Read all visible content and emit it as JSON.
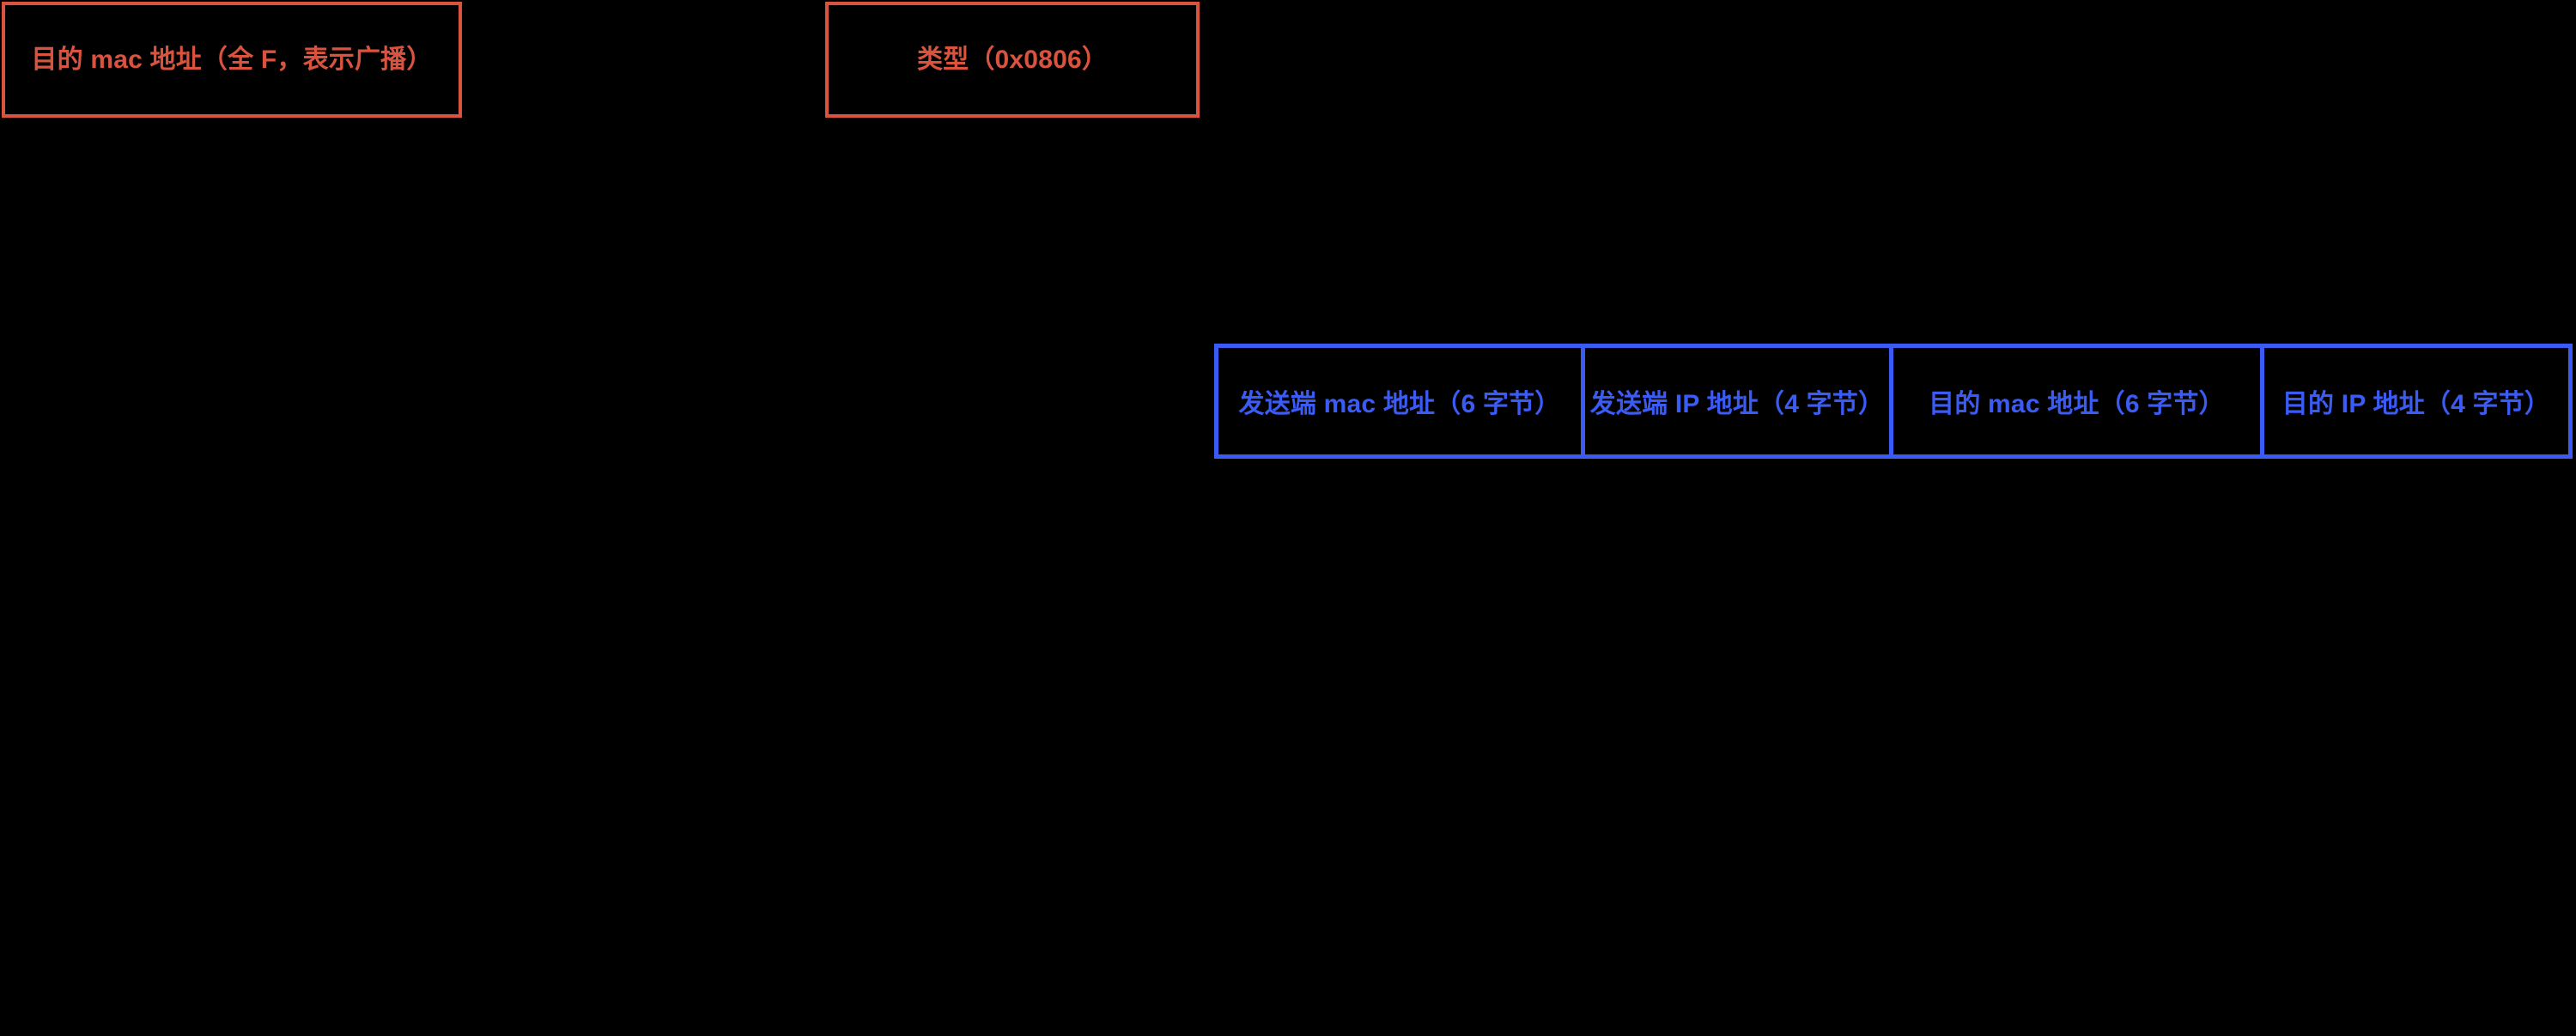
{
  "diagram": {
    "type": "packet-field-diagram",
    "background_color": "#000000",
    "ethernet_header": {
      "accent_color": "#d9533f",
      "fields": [
        {
          "id": "dst-mac",
          "label": "目的 mac 地址（全 F，表示广播）",
          "value": "全 F",
          "meaning": "表示广播"
        },
        {
          "id": "type",
          "label": "类型（0x0806）",
          "value": "0x0806"
        }
      ]
    },
    "arp_payload": {
      "accent_color": "#3b5bf5",
      "fields": [
        {
          "id": "sender-mac",
          "label": "发送端 mac 地址（6 字节）",
          "size": "6 字节"
        },
        {
          "id": "sender-ip",
          "label": "发送端 IP 地址（4 字节）",
          "size": "4 字节"
        },
        {
          "id": "target-mac",
          "label": "目的 mac 地址（6 字节）",
          "size": "6 字节"
        },
        {
          "id": "target-ip",
          "label": "目的 IP 地址（4 字节）",
          "size": "4 字节"
        }
      ]
    }
  }
}
